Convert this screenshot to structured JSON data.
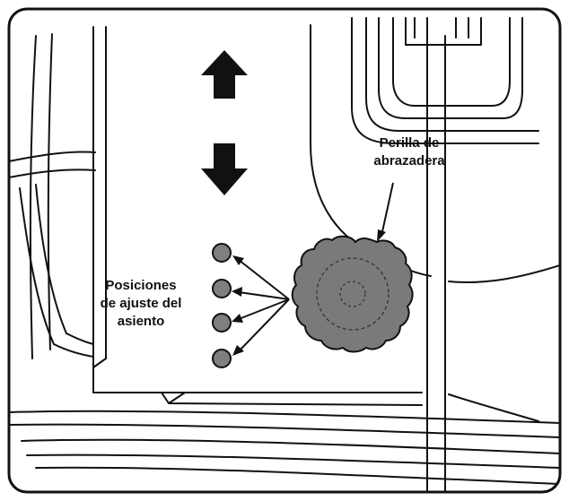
{
  "labels": {
    "clamp_knob": [
      "Perilla de",
      "abrazadera"
    ],
    "seat_positions": [
      "Posiciones",
      "de ajuste del",
      "asiento"
    ]
  },
  "colors": {
    "line": "#111111",
    "knob_fill": "#7a7a7a",
    "hole_fill": "#7f7f7f",
    "background": "#ffffff"
  },
  "icons": {
    "up_arrow": "up-arrow-icon",
    "down_arrow": "down-arrow-icon"
  },
  "seat_position_count": 4
}
